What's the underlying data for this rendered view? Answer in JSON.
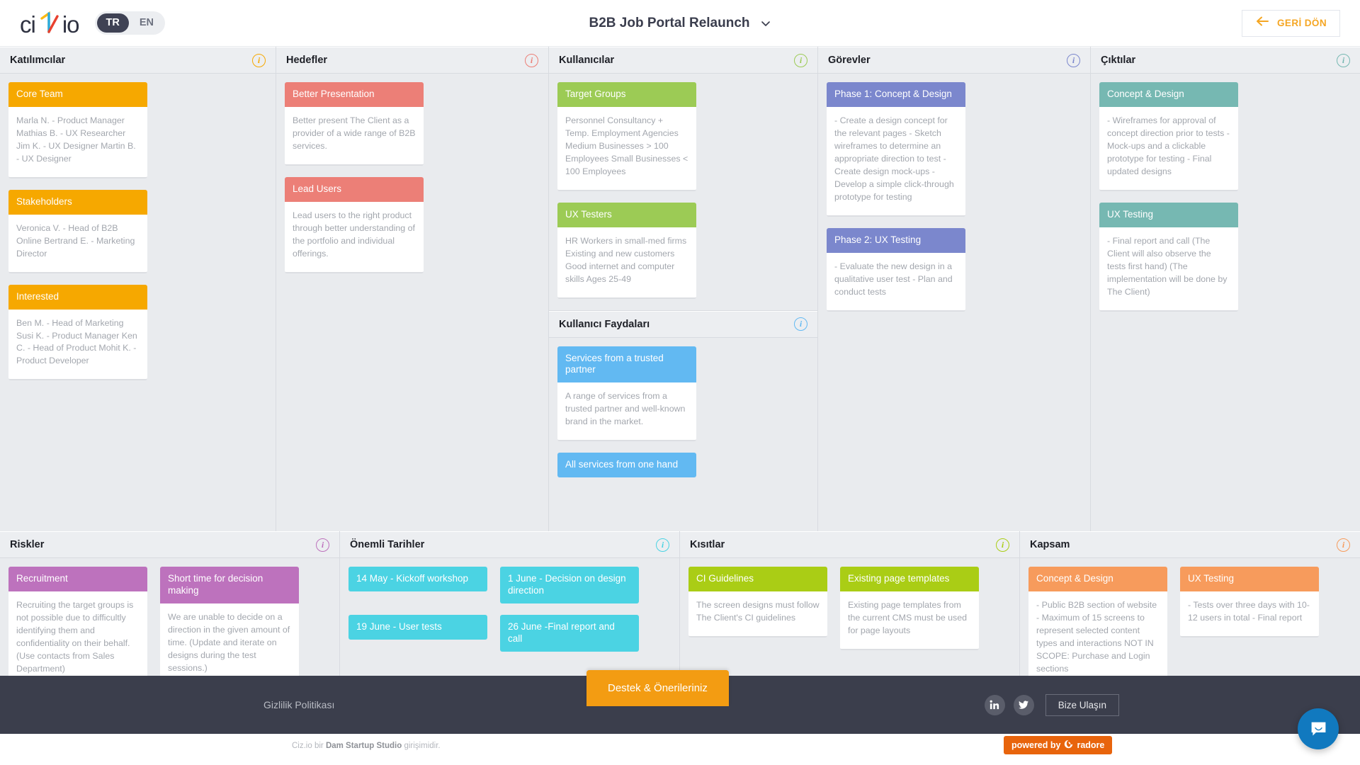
{
  "header": {
    "logo_text_left": "ci",
    "logo_text_right": "io",
    "logo_mark": "ciz-logo-mark",
    "lang_tr": "TR",
    "lang_en": "EN",
    "doc_title": "B2B Job Portal Relaunch",
    "back_label": "GERİ DÖN"
  },
  "panels": [
    {
      "title": "Katılımcılar",
      "accent": "#f6a800",
      "cards": [
        {
          "title": "Core Team",
          "body": "Marla N. - Product Manager Mathias B. - UX Researcher Jim K. - UX Designer Martin B. - UX Designer"
        },
        {
          "title": "Stakeholders",
          "body": "Veronica V. - Head of B2B Online Bertrand E. - Marketing Director"
        },
        {
          "title": "Interested",
          "body": "Ben M. - Head of Marketing Susi K. - Product Manager Ken C. - Head of Product Mohit K. - Product Developer"
        }
      ]
    },
    {
      "title": "Hedefler",
      "accent": "#ec7f77",
      "cards": [
        {
          "title": "Better Presentation",
          "body": "Better present The Client as a provider of a wide range of B2B services."
        },
        {
          "title": "Lead Users",
          "body": "Lead users to the right product through better understanding of the portfolio and individual offerings."
        }
      ]
    },
    {
      "title": "Kullanıcılar",
      "accent": "#9ccb55",
      "cards": [
        {
          "title": "Target Groups",
          "body": "Personnel Consultancy + Temp. Employment Agencies Medium Businesses > 100 Employees Small Businesses < 100 Employees"
        },
        {
          "title": "UX Testers",
          "body": "HR Workers in small-med firms Existing and new customers Good internet and computer skills Ages 25-49"
        }
      ]
    },
    {
      "title": "Kullanıcı Faydaları",
      "accent": "#62b9f2",
      "cards": [
        {
          "title": "Services from a trusted partner",
          "body": "A range of services from a trusted partner and well-known brand in the market."
        },
        {
          "title": "All services from one hand",
          "body": ""
        }
      ]
    },
    {
      "title": "Görevler",
      "accent": "#7b87cd",
      "cards": [
        {
          "title": "Phase 1: Concept & Design",
          "body": "- Create a design concept for the relevant pages - Sketch wireframes to determine an appropriate direction to test - Create design mock-ups - Develop a simple click-through prototype for testing"
        },
        {
          "title": "Phase 2: UX Testing",
          "body": "- Evaluate the new design in a qualitative user test - Plan and conduct tests"
        }
      ]
    },
    {
      "title": "Çıktılar",
      "accent": "#76b8b2",
      "cards": [
        {
          "title": "Concept & Design",
          "body": "- Wireframes for approval of concept direction prior to tests - Mock-ups and a clickable prototype for testing - Final updated designs"
        },
        {
          "title": "UX Testing",
          "body": "- Final report and call (The Client will also observe the tests first hand) (The implementation will be done by The Client)"
        }
      ]
    },
    {
      "title": "Riskler",
      "accent": "#bd72bd",
      "cards": [
        {
          "title": "Recruitment",
          "body": "Recruiting the target groups is not possible due to difficultly identifying them and confidentiality on their behalf. (Use contacts from Sales Department)"
        },
        {
          "title": "Short time for decision making",
          "body": "We are unable to decide on a direction in the given amount of time. (Update and iterate on designs during the test sessions.)"
        }
      ]
    },
    {
      "title": "Önemli Tarihler",
      "accent": "#4bd3e3",
      "cards": [
        {
          "title": "14 May - Kickoff workshop",
          "body": ""
        },
        {
          "title": "1 June - Decision on design direction",
          "body": ""
        },
        {
          "title": "19 June - User tests",
          "body": ""
        },
        {
          "title": "26 June -Final report and call",
          "body": ""
        }
      ]
    },
    {
      "title": "Kısıtlar",
      "accent": "#aacd15",
      "cards": [
        {
          "title": "CI Guidelines",
          "body": "The screen designs must follow The Client's CI guidelines"
        },
        {
          "title": "Existing page templates",
          "body": "Existing page templates from the current CMS must be used for page layouts"
        }
      ]
    },
    {
      "title": "Kapsam",
      "accent": "#f79b5c",
      "cards": [
        {
          "title": "Concept & Design",
          "body": "- Public B2B section of website - Maximum of 15 screens to represent selected content types and interactions NOT IN SCOPE: Purchase and Login sections"
        },
        {
          "title": "UX Testing",
          "body": "- Tests over three days with 10-12 users in total - Final report"
        }
      ]
    }
  ],
  "footer": {
    "privacy_label": "Gizlilik Politikası",
    "linkedin_icon": "linkedin-icon",
    "twitter_icon": "twitter-icon",
    "contact_label": "Bize Ulaşın",
    "support_label": "Destek & Önerileriniz",
    "attribution_pre": "Ciz.io bir ",
    "attribution_brand": "Dam Startup Studio",
    "attribution_post": " girişimidir.",
    "radore_pre": "powered by ",
    "radore_brand": "radore",
    "chat_icon": "chat-bubble-icon"
  }
}
